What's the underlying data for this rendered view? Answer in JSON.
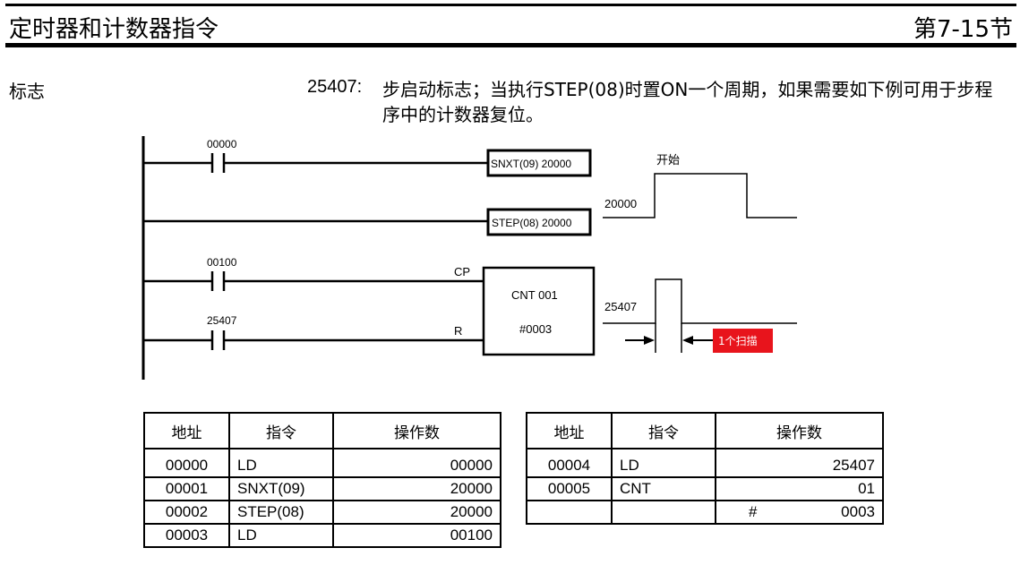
{
  "header": {
    "title": "定时器和计数器指令",
    "section": "第7-15节"
  },
  "side_label": "标志",
  "description": {
    "code": "25407:",
    "text": "步启动标志；当执行STEP(08)时置ON一个周期，如果需要如下例可用于步程序中的计数器复位。"
  },
  "ladder": {
    "contact1": "00000",
    "snxt": "SNXT(09) 20000",
    "step": "STEP(08) 20000",
    "contact2": "00100",
    "contact3": "25407",
    "cp": "CP",
    "r": "R",
    "cnt": "CNT 001",
    "cnt_value": "#0003"
  },
  "timing": {
    "start_label": "开始",
    "sig1": "20000",
    "sig2": "25407",
    "cycle_label": "1个扫描",
    "cycle_color": "#e8141c"
  },
  "table_headers": [
    "地址",
    "指令",
    "操作数"
  ],
  "table_left": [
    {
      "addr": "00000",
      "instr": "LD",
      "hash": "",
      "op": "00000"
    },
    {
      "addr": "00001",
      "instr": "SNXT(09)",
      "hash": "",
      "op": "20000"
    },
    {
      "addr": "00002",
      "instr": "STEP(08)",
      "hash": "",
      "op": "20000"
    },
    {
      "addr": "00003",
      "instr": "LD",
      "hash": "",
      "op": "00100"
    }
  ],
  "table_right": [
    {
      "addr": "00004",
      "instr": "LD",
      "hash": "",
      "op": "25407"
    },
    {
      "addr": "00005",
      "instr": "CNT",
      "hash": "",
      "op": "01"
    },
    {
      "addr": "",
      "instr": "",
      "hash": "#",
      "op": "0003"
    }
  ]
}
